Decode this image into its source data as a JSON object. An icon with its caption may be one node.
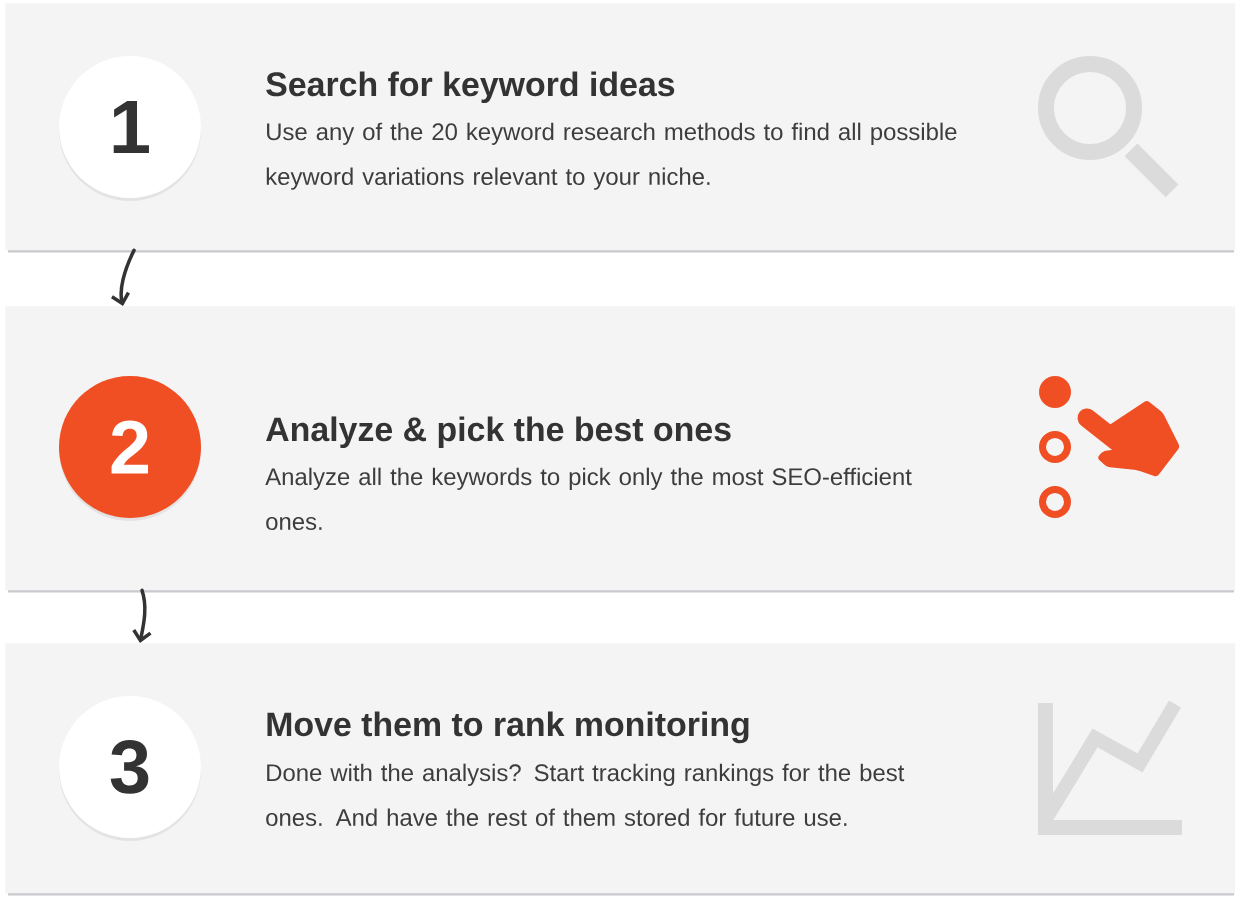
{
  "diagram": {
    "nodes": [
      {
        "text": [
          "Search for keyword ideas",
          "Use any of the 20 keyword research methods to find all possible keyword variations relevant to your niche."
        ]
      },
      {
        "text": [
          "1"
        ],
        "in": 0
      },
      {
        "text": [
          "Analyze & pick the best ones",
          "Analyze all the keywords to pick only the most SEO-efficient ones."
        ]
      },
      {
        "text": [
          "2"
        ],
        "in": 2
      },
      {
        "text": [
          "Move them to rank monitoring",
          "Done with the analysis? Start tracking rankings for the best ones. And have the rest of them stored for future use."
        ]
      },
      {
        "text": [
          "3"
        ],
        "in": 4
      }
    ],
    "edges": [
      {
        "from": 0,
        "to": 2,
        "arrow": "to"
      },
      {
        "from": 2,
        "to": 4,
        "arrow": "to"
      }
    ]
  }
}
